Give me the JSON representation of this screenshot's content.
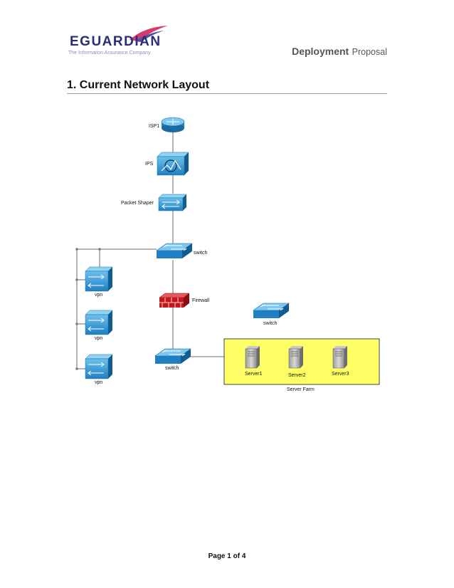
{
  "logo": {
    "wordmark": "EGUARDIAN",
    "tagline": "The Information Assurance Company",
    "colors": {
      "navy": "#2a2d7a",
      "accent": "#d63a6c"
    }
  },
  "header": {
    "doc_title_word1": "Deployment",
    "doc_title_word2": "Proposal"
  },
  "section": {
    "heading": "1. Current Network Layout"
  },
  "diagram": {
    "nodes": {
      "isp": "ISP1",
      "ips": "IPS",
      "shaper": "Packet Shaper",
      "switch_top": "switch",
      "firewall": "Firewall",
      "switch_bottom": "switch",
      "switch_standalone": "switch",
      "vpn1": "vpn",
      "vpn2": "vpn",
      "vpn3": "vpn",
      "server1": "Server1",
      "server2": "Server2",
      "server3": "Server3",
      "server_farm": "Server Farm"
    },
    "colors": {
      "device_blue": "#1f7fc0",
      "firewall_red": "#c4161c",
      "server_farm_fill": "#ffff66"
    }
  },
  "footer": {
    "page_label": "Page 1 of 4"
  }
}
